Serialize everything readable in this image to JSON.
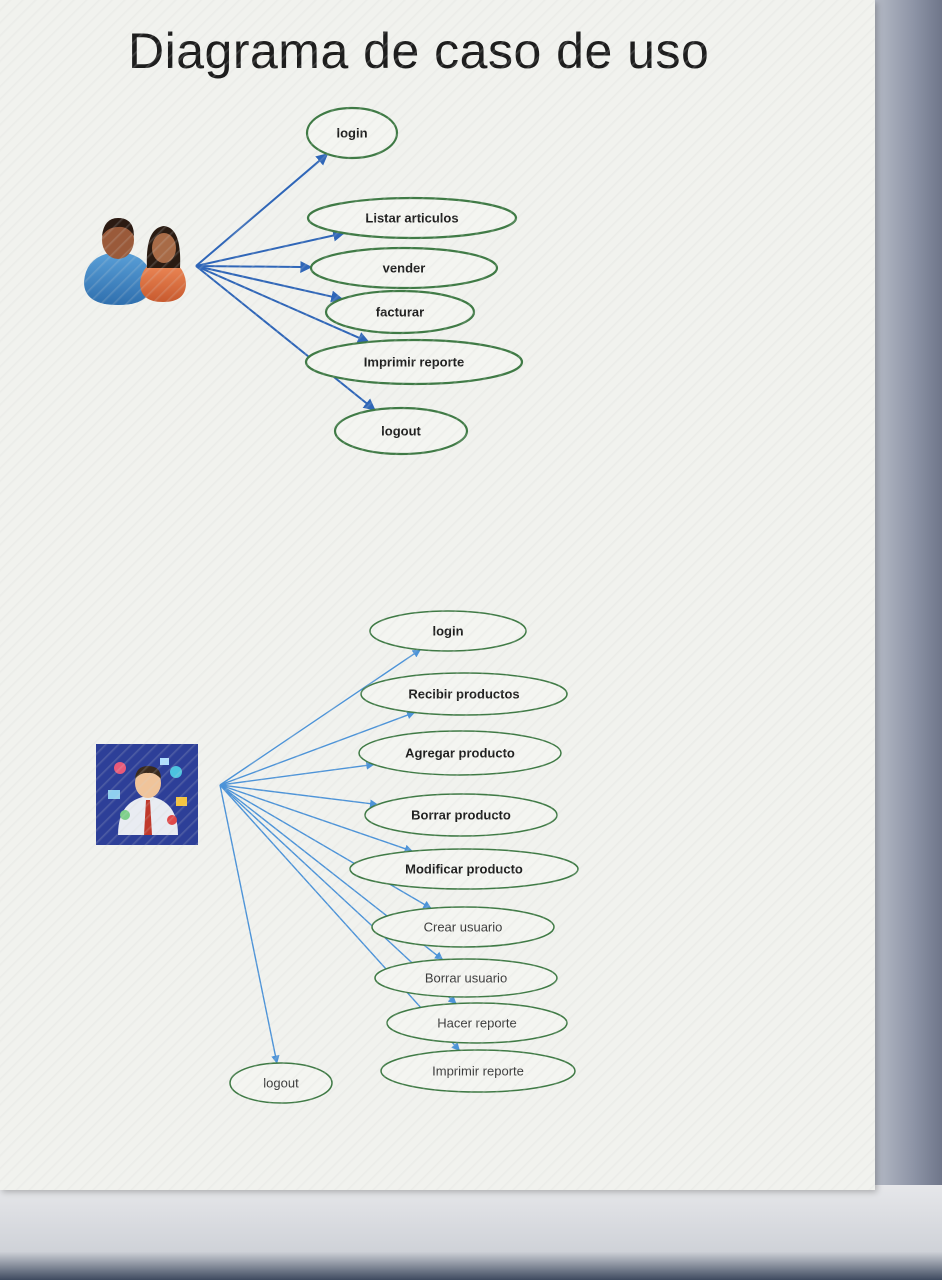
{
  "title": "Diagrama de caso de uso",
  "diagram1": {
    "actor_icon": "users-icon",
    "use_cases": [
      "login",
      "Listar articulos",
      "vender",
      "facturar",
      "Imprimir reporte",
      "logout"
    ]
  },
  "diagram2": {
    "actor_icon": "admin-icon",
    "use_cases": [
      "login",
      "Recibir productos",
      "Agregar producto",
      "Borrar producto",
      "Modificar producto",
      "Crear usuario",
      "Borrar usuario",
      "Hacer reporte",
      "Imprimir reporte",
      "logout"
    ]
  },
  "colors": {
    "ellipse_stroke": "#3f7a45",
    "arrow_dark": "#2f66b8",
    "arrow_light": "#4c93d8"
  }
}
